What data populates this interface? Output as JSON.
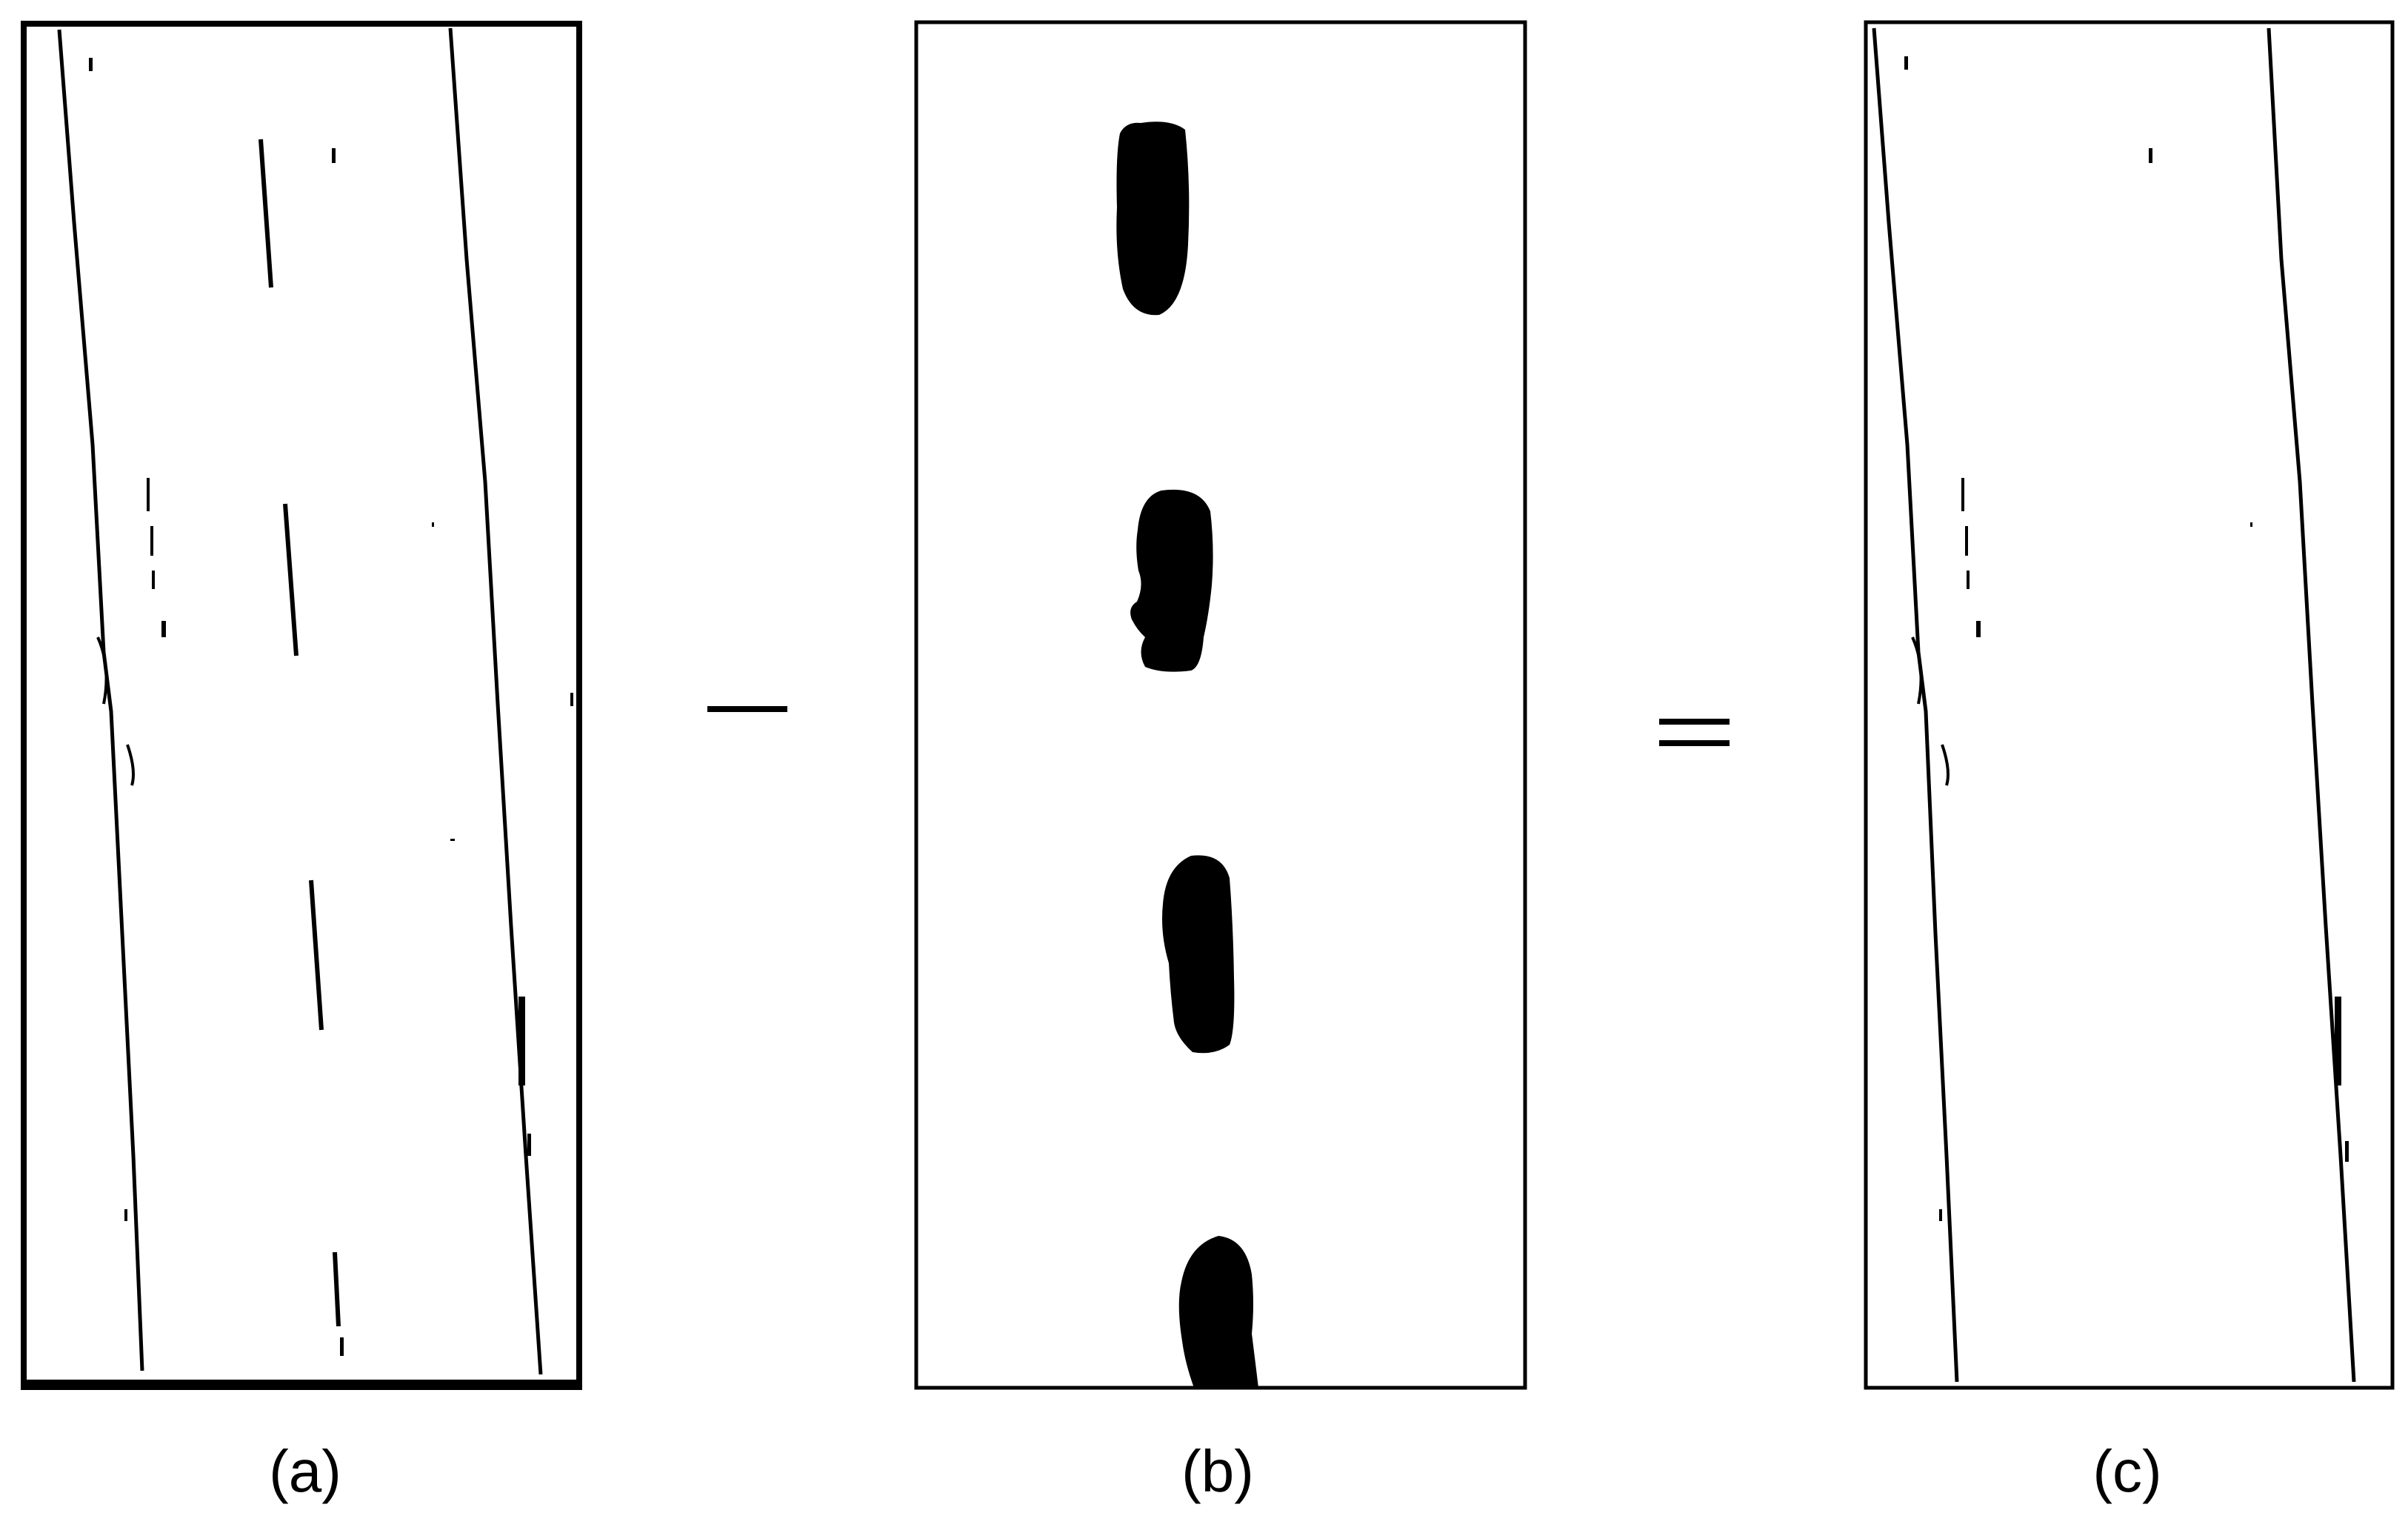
{
  "figure": {
    "panels": [
      {
        "id": "a",
        "caption": "(a)"
      },
      {
        "id": "b",
        "caption": "(b)"
      },
      {
        "id": "c",
        "caption": "(c)"
      }
    ],
    "operators": [
      {
        "symbol": "minus",
        "between": [
          "a",
          "b"
        ]
      },
      {
        "symbol": "equals",
        "between": [
          "b",
          "c"
        ]
      }
    ]
  },
  "colors": {
    "background": "#ffffff",
    "foreground": "#000000"
  }
}
